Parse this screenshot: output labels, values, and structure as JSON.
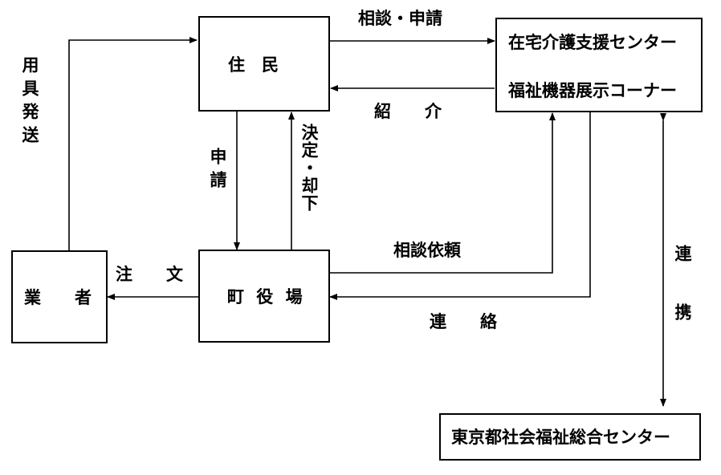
{
  "nodes": {
    "residents": "住　民",
    "town_hall": "町 役 場",
    "vendor": "業　　者",
    "center_line1": "在宅介護支援センター",
    "center_line2": "福祉機器展示コーナー",
    "tokyo_center": "東京都社会福祉総合センター"
  },
  "edges": {
    "consult_apply": "相談・申請",
    "introduce": "紹　　介",
    "apply": "申請",
    "decide_reject": "決定・却下",
    "consult_request": "相談依頼",
    "contact": "連　　絡",
    "order": "注　　文",
    "ship": "用具発送",
    "cooperate": "連携"
  }
}
